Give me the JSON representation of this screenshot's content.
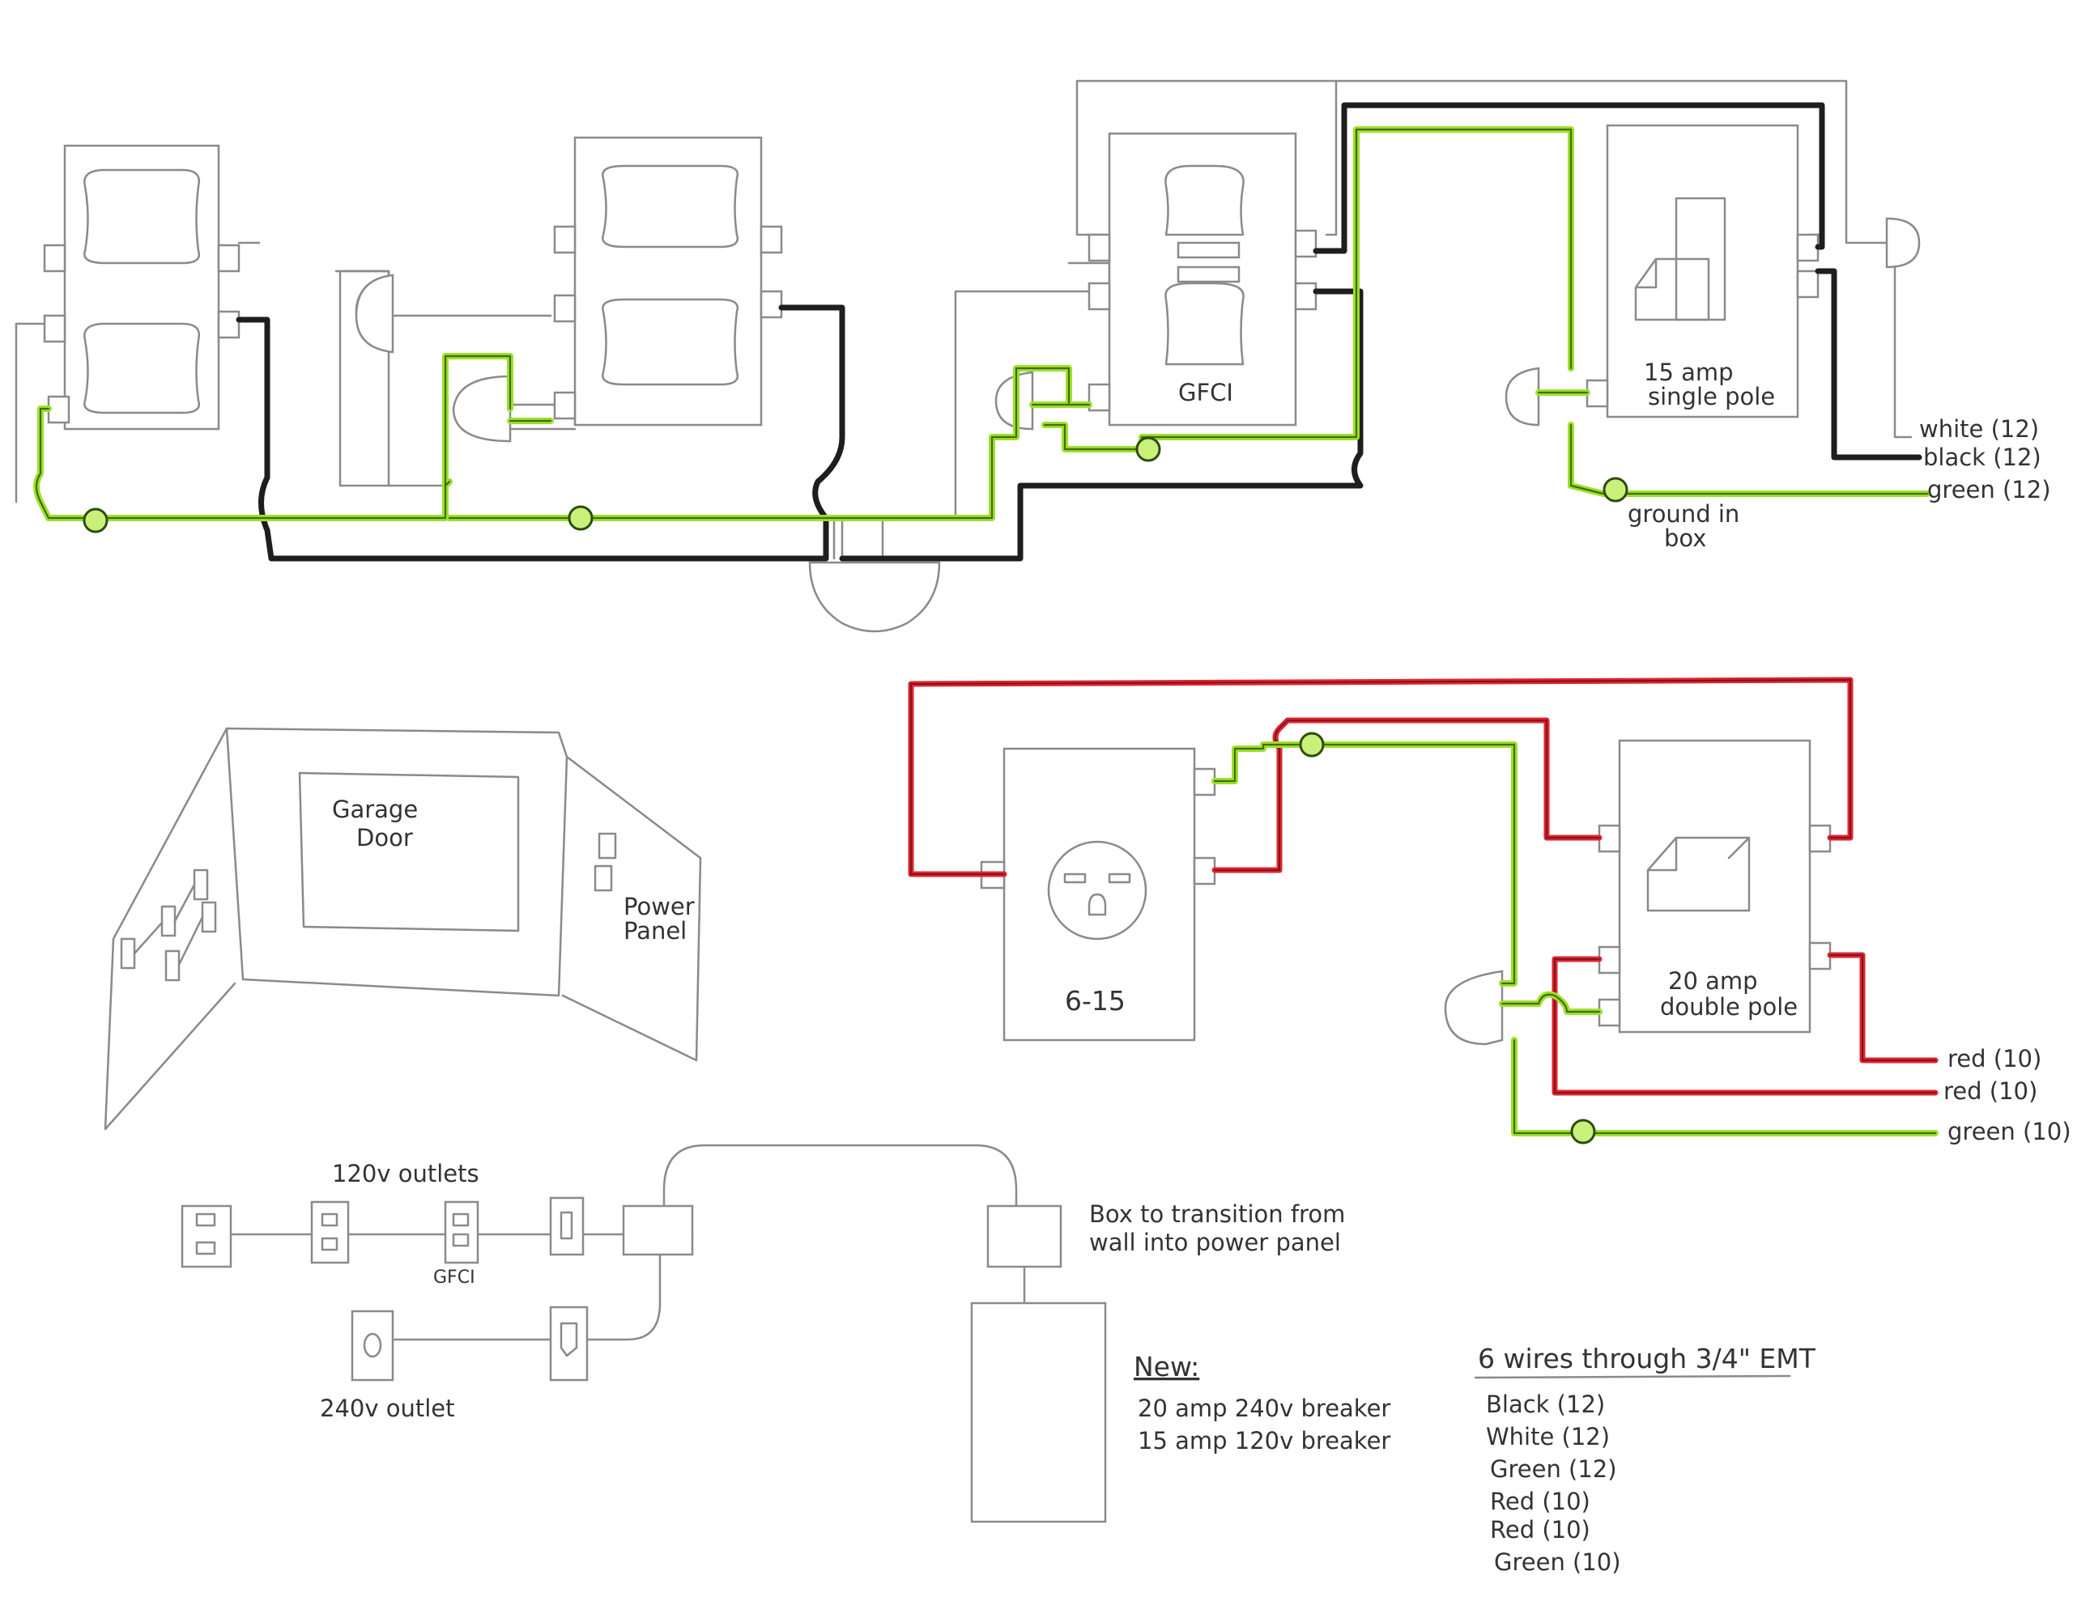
{
  "wiring_diagram": {
    "outlet_circuit": {
      "gfci_label": "GFCI",
      "switch_label_line1": "15 amp",
      "switch_label_line2": "single pole",
      "ground_note_line1": "ground in",
      "ground_note_line2": "box",
      "feed_wires": [
        "white (12)",
        "black (12)",
        "green (12)"
      ]
    },
    "circuit_240v": {
      "receptacle_label": "6-15",
      "switch_label_line1": "20 amp",
      "switch_label_line2": "double pole",
      "feed_wires": [
        "red (10)",
        "red (10)",
        "green (10)"
      ]
    },
    "garage_sketch": {
      "door_label_line1": "Garage",
      "door_label_line2": "Door",
      "panel_label_line1": "Power",
      "panel_label_line2": "Panel"
    },
    "block_diagram": {
      "outlets_120v_label": "120v outlets",
      "gfci_label": "GFCI",
      "outlet_240v_label": "240v outlet",
      "transition_box_line1": "Box to transition from",
      "transition_box_line2": "wall into power panel"
    },
    "new_breakers": {
      "heading": "New:",
      "line1": "20 amp 240v breaker",
      "line2": "15 amp 120v breaker"
    },
    "conduit": {
      "heading": "6 wires through 3/4\" EMT",
      "wires": [
        "Black (12)",
        "White (12)",
        "Green (12)",
        "Red (10)",
        "Red (10)",
        "Green (10)"
      ]
    },
    "wire_colors": {
      "black": "#1e1e1e",
      "green": "#9ee02a",
      "red": "#dd2430",
      "pencil": "#8a8a8a"
    }
  }
}
